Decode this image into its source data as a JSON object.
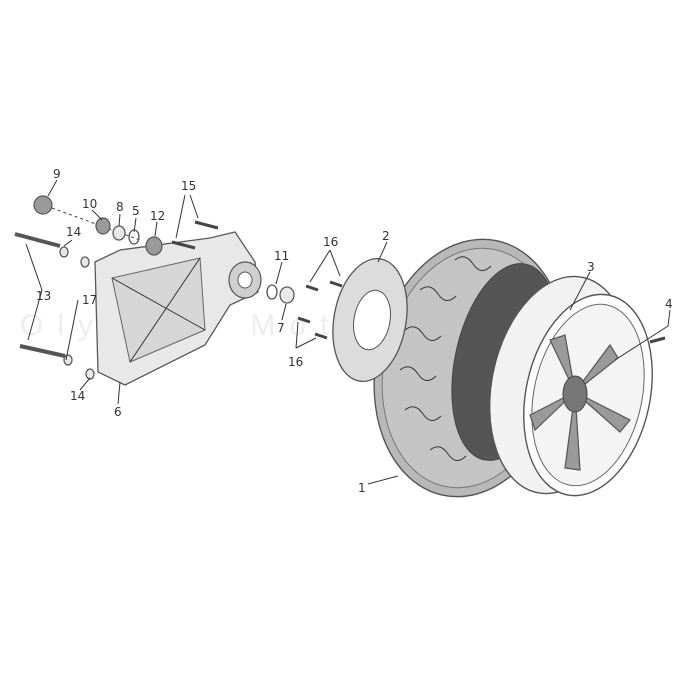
{
  "diagram": {
    "watermark": "Olympia Motors",
    "callouts": [
      {
        "id": "c1",
        "label": "1"
      },
      {
        "id": "c2",
        "label": "2"
      },
      {
        "id": "c3",
        "label": "3"
      },
      {
        "id": "c4",
        "label": "4"
      },
      {
        "id": "c5",
        "label": "5"
      },
      {
        "id": "c6",
        "label": "6"
      },
      {
        "id": "c7",
        "label": "7"
      },
      {
        "id": "c8",
        "label": "8"
      },
      {
        "id": "c9",
        "label": "9"
      },
      {
        "id": "c10",
        "label": "10"
      },
      {
        "id": "c11",
        "label": "11"
      },
      {
        "id": "c12",
        "label": "12"
      },
      {
        "id": "c13",
        "label": "13"
      },
      {
        "id": "c14a",
        "label": "14"
      },
      {
        "id": "c14b",
        "label": "14"
      },
      {
        "id": "c15",
        "label": "15"
      },
      {
        "id": "c16a",
        "label": "16"
      },
      {
        "id": "c16b",
        "label": "16"
      },
      {
        "id": "c17",
        "label": "17"
      }
    ]
  }
}
